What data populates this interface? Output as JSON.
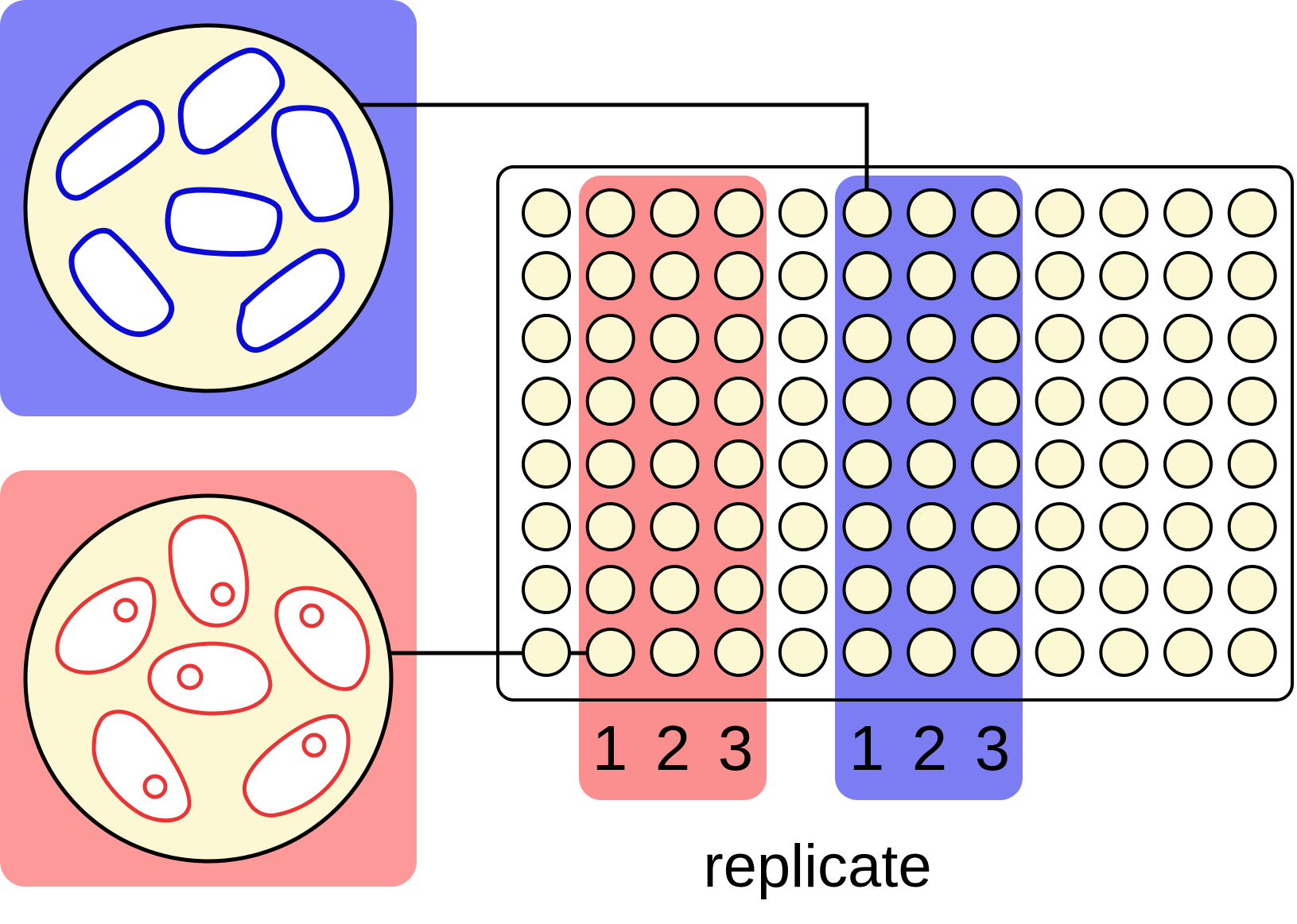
{
  "colors": {
    "blue_panel": "#8080f7",
    "red_panel": "#fd9999",
    "blue_column_band": "#7d7df3",
    "red_column_band": "#fb8e8e",
    "well_fill": "#fbf8d3",
    "dish_fill": "#fbf8d3",
    "blue_cell_outline": "#0b0bd6",
    "red_cell_outline": "#e83535",
    "outline": "#000000"
  },
  "plate": {
    "rows": 8,
    "columns": 12,
    "red_replicate_columns": [
      2,
      3,
      4
    ],
    "blue_replicate_columns": [
      6,
      7,
      8
    ]
  },
  "labels": {
    "red_replicates": [
      "1",
      "2",
      "3"
    ],
    "blue_replicates": [
      "1",
      "2",
      "3"
    ],
    "axis_caption": "replicate"
  }
}
